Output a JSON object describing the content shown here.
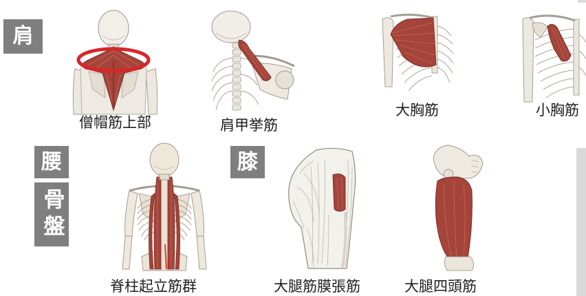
{
  "regions": {
    "shoulder": "肩",
    "lumbar": "腰",
    "pelvis": "骨盤",
    "knee": "膝"
  },
  "muscles": {
    "upper_trapezius": "僧帽筋上部",
    "levator_scapulae": "肩甲挙筋",
    "pectoralis_major": "大胸筋",
    "pectoralis_minor": "小胸筋",
    "erector_spinae": "脊柱起立筋群",
    "tensor_fasciae_latae": "大腿筋膜張筋",
    "quadriceps": "大腿四頭筋"
  },
  "colors": {
    "region_box": "#7f7f7f",
    "region_text": "#ffffff",
    "muscle": "#a5443a",
    "highlight_ring": "#d7262b",
    "label_text": "#1e1e1e"
  }
}
